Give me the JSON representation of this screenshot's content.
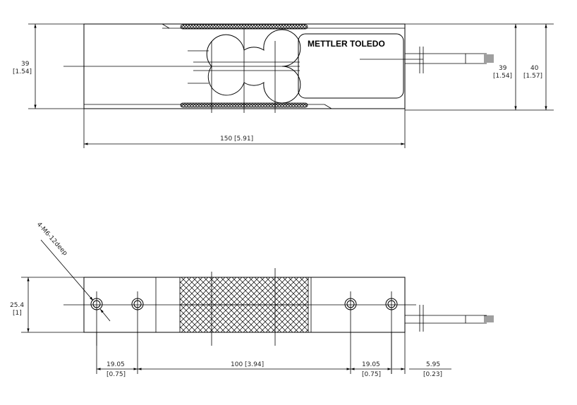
{
  "brand": "METTLER TOLEDO",
  "top_view": {
    "height_left": {
      "line1": "39",
      "line2": "[1.54]"
    },
    "height_right_inner": {
      "line1": "39",
      "line2": "[1.54]"
    },
    "height_right_outer": {
      "line1": "40",
      "line2": "[1.57]"
    },
    "length": "150 [5.91]"
  },
  "side_view": {
    "hole_note": "4-M6-12deep",
    "height": {
      "line1": "25.4",
      "line2": "[1]"
    },
    "dim_left": {
      "line1": "19.05",
      "line2": "[0.75]"
    },
    "dim_center": "100 [3.94]",
    "dim_right": {
      "line1": "19.05",
      "line2": "[0.75]"
    },
    "dim_tail": {
      "line1": "5.95",
      "line2": "[0.23]"
    }
  }
}
